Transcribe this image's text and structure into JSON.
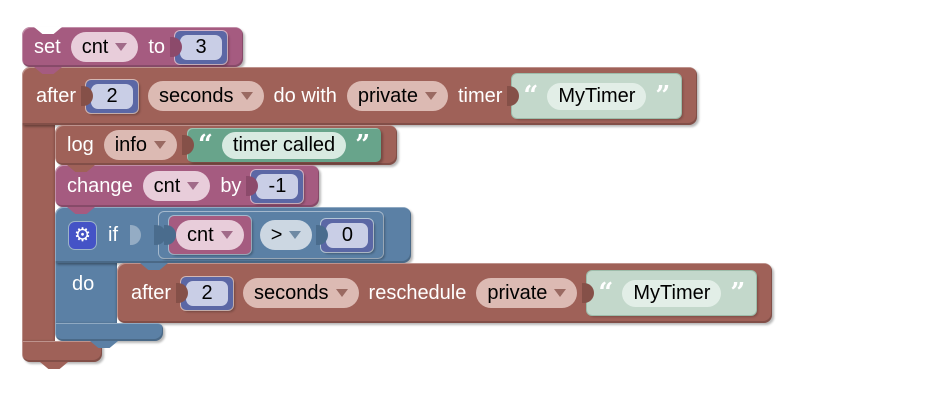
{
  "palette": {
    "variable_block": "#a55b80",
    "timer_block": "#9f6158",
    "logic_block": "#5b80a5",
    "math_block": "#5b67a5",
    "string_block": "#68a48b",
    "string_shadow_block": "#c3d8cb",
    "mutator_icon_bg": "#4453c6"
  },
  "icons": {
    "gear": "⚙"
  },
  "set_block": {
    "set_label": "set",
    "variable": "cnt",
    "to_label": "to",
    "value": "3"
  },
  "after_block": {
    "after_label": "after",
    "delay": "2",
    "unit": "seconds",
    "do_with_label": "do with",
    "scope": "private",
    "timer_label": "timer",
    "quote_open": "“",
    "timer_name": "MyTimer",
    "quote_close": "”"
  },
  "log_block": {
    "log_label": "log",
    "level": "info",
    "quote_open": "“",
    "message": "timer called",
    "quote_close": "”"
  },
  "change_block": {
    "change_label": "change",
    "variable": "cnt",
    "by_label": "by",
    "value": "-1"
  },
  "if_block": {
    "if_label": "if",
    "do_label": "do",
    "condition": {
      "variable": "cnt",
      "operator": ">",
      "value": "0"
    }
  },
  "reschedule_block": {
    "after_label": "after",
    "delay": "2",
    "unit": "seconds",
    "reschedule_label": "reschedule",
    "scope": "private",
    "quote_open": "“",
    "timer_name": "MyTimer",
    "quote_close": "”"
  }
}
